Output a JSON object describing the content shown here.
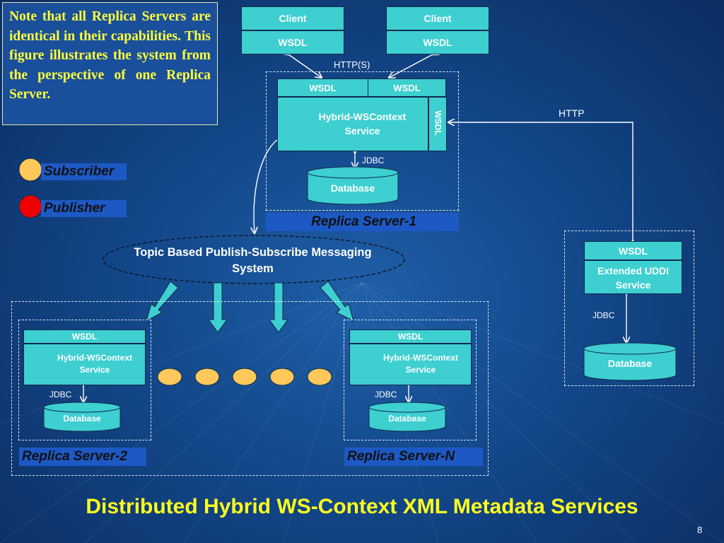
{
  "note": "Note that all Replica Servers are identical in their capabilities. This figure illustrates the system from the perspective of one Replica Server.",
  "clients": [
    {
      "client_label": "Client",
      "wsdl_label": "WSDL"
    },
    {
      "client_label": "Client",
      "wsdl_label": "WSDL"
    }
  ],
  "http_s_label": "HTTP(S)",
  "http_label": "HTTP",
  "jdbc_label": "JDBC",
  "replica1": {
    "wsdl_left": "WSDL",
    "wsdl_right": "WSDL",
    "wsdl_side": "WSDL",
    "service": "Hybrid-WSContext Service",
    "database": "Database",
    "tag": "Replica Server-1"
  },
  "legend": {
    "subscriber": "Subscriber",
    "publisher": "Publisher"
  },
  "messaging": "Topic Based Publish-Subscribe Messaging System",
  "replica2": {
    "wsdl": "WSDL",
    "service": "Hybrid-WSContext Service",
    "database": "Database",
    "tag": "Replica Server-2"
  },
  "replicaN": {
    "wsdl": "WSDL",
    "service": "Hybrid-WSContext Service",
    "database": "Database",
    "tag": "Replica Server-N"
  },
  "uddi": {
    "wsdl": "WSDL",
    "service": "Extended UDDI Service",
    "database": "Database"
  },
  "title": "Distributed Hybrid WS-Context XML Metadata Services",
  "page_number": "8",
  "colors": {
    "teal": "#3ecfd0",
    "subscriber": "#ffc85a",
    "publisher": "#ee0000",
    "title": "#ffff1e",
    "note_text": "#ffff3c"
  }
}
